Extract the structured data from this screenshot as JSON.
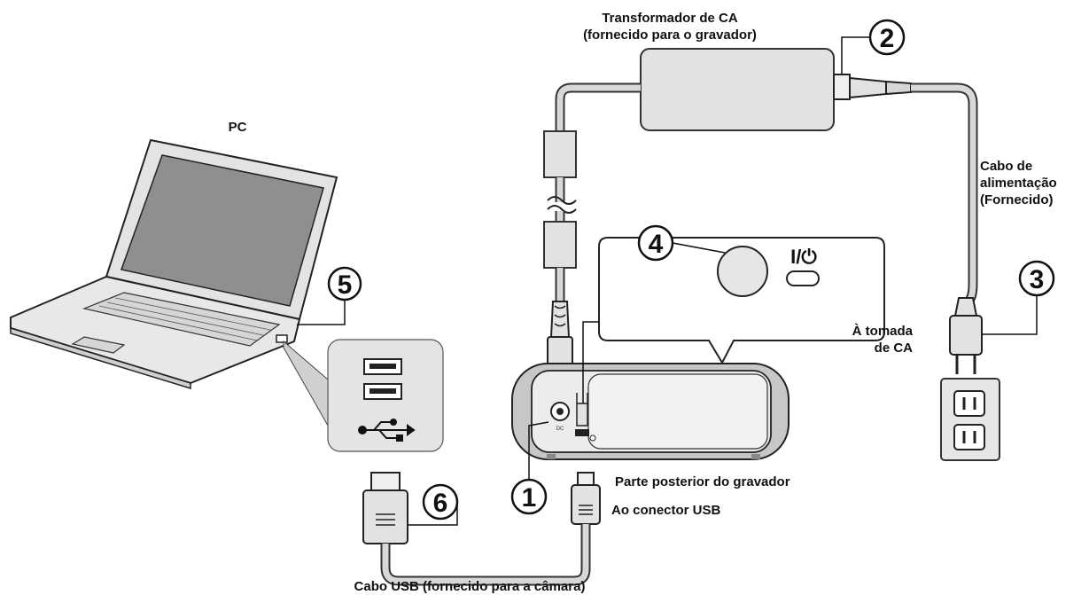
{
  "labels": {
    "pc": "PC",
    "adapter_line1": "Transformador de CA",
    "adapter_line2": "(fornecido para o gravador)",
    "power_cord_line1": "Cabo de",
    "power_cord_line2": "alimentação",
    "power_cord_line3": "(Fornecido)",
    "outlet_line1": "À tomada",
    "outlet_line2": "de CA",
    "rear_of_recorder": "Parte posterior do gravador",
    "to_usb_connector": "Ao conector USB",
    "usb_cable": "Cabo USB (fornecido para a câmara)",
    "power_button_symbol": "I/⏻",
    "dc_jack_text": "DC"
  },
  "callouts": {
    "c1": "1",
    "c2": "2",
    "c3": "3",
    "c4": "4",
    "c5": "5",
    "c6a": "6",
    "c6b": "6"
  }
}
